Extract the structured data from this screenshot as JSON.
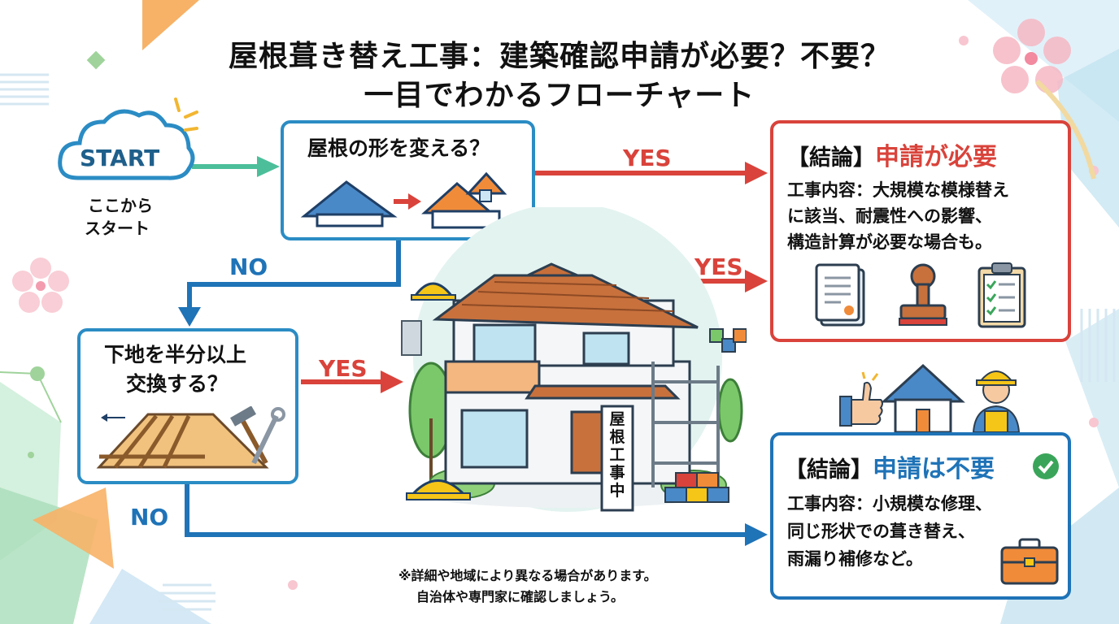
{
  "title": {
    "line1": "屋根葺き替え工事：建築確認申請が必要？不要？",
    "line2": "一目でわかるフローチャート"
  },
  "start": {
    "label": "START",
    "sub_line1": "ここから",
    "sub_line2": "スタート"
  },
  "question1": {
    "text": "屋根の形を変える？"
  },
  "question2": {
    "line1": "下地を半分以上",
    "line2": "交換する？"
  },
  "arrows": {
    "yes1": "YES",
    "yes2": "YES",
    "yes3": "YES",
    "no1": "NO",
    "no2": "NO"
  },
  "house_sign": {
    "text": "屋根工事中"
  },
  "conclusion_required": {
    "prefix": "【結論】",
    "result": "申請が必要",
    "line1": "工事内容：大規模な模様替え",
    "line2": "に該当、耐震性への影響、",
    "line3": "構造計算が必要な場合も。",
    "icons": [
      "document-icon",
      "stamp-icon",
      "checklist-icon"
    ]
  },
  "conclusion_not_required": {
    "prefix": "【結論】",
    "result": "申請は不要",
    "line1": "工事内容：小規模な修理、",
    "line2": "同じ形状での葺き替え、",
    "line3": "雨漏り補修など。",
    "icons": [
      "check-circle-icon",
      "toolbox-icon"
    ]
  },
  "footnote": {
    "line1": "※詳細や地域により異なる場合があります。",
    "line2": "自治体や専門家に確認しましょう。"
  },
  "colors": {
    "yes": "#d9433b",
    "no": "#1f73b7",
    "box_blue": "#2b8cc4",
    "box_red": "#d9433b",
    "start_arrow": "#4cbf9a"
  }
}
